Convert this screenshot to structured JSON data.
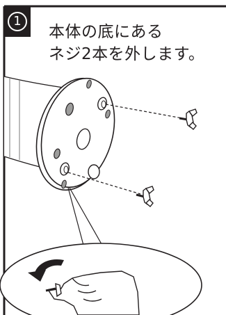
{
  "step": {
    "number": "1"
  },
  "instruction": {
    "line1": "本体の底にある",
    "line2": "ネジ2本を外します。"
  },
  "icons": {
    "step_marker": "circled-number-icon",
    "rotate": "rotate-arrow-icon",
    "screw": "wing-screw-icon",
    "hand": "hand-icon"
  },
  "colors": {
    "ink": "#231f20",
    "hole_fill": "#9d9d9c",
    "background": "#ffffff"
  }
}
